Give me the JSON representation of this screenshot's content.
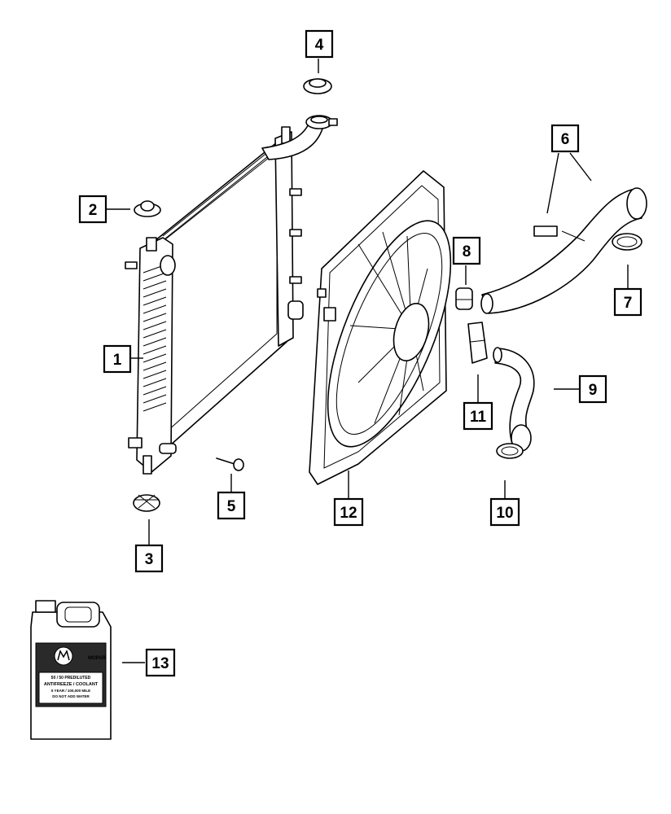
{
  "callouts": {
    "c1": "1",
    "c2": "2",
    "c3": "3",
    "c4": "4",
    "c5": "5",
    "c6": "6",
    "c7": "7",
    "c8": "8",
    "c9": "9",
    "c10": "10",
    "c11": "11",
    "c12": "12",
    "c13": "13"
  },
  "jug_label": {
    "brand": "MOPAR",
    "line1": "50 / 50 PREDILUTED",
    "line2": "ANTIFREEZE / COOLANT",
    "line3": "5 YEAR / 100,000 MILE",
    "line4": "DO NOT ADD WATER"
  }
}
